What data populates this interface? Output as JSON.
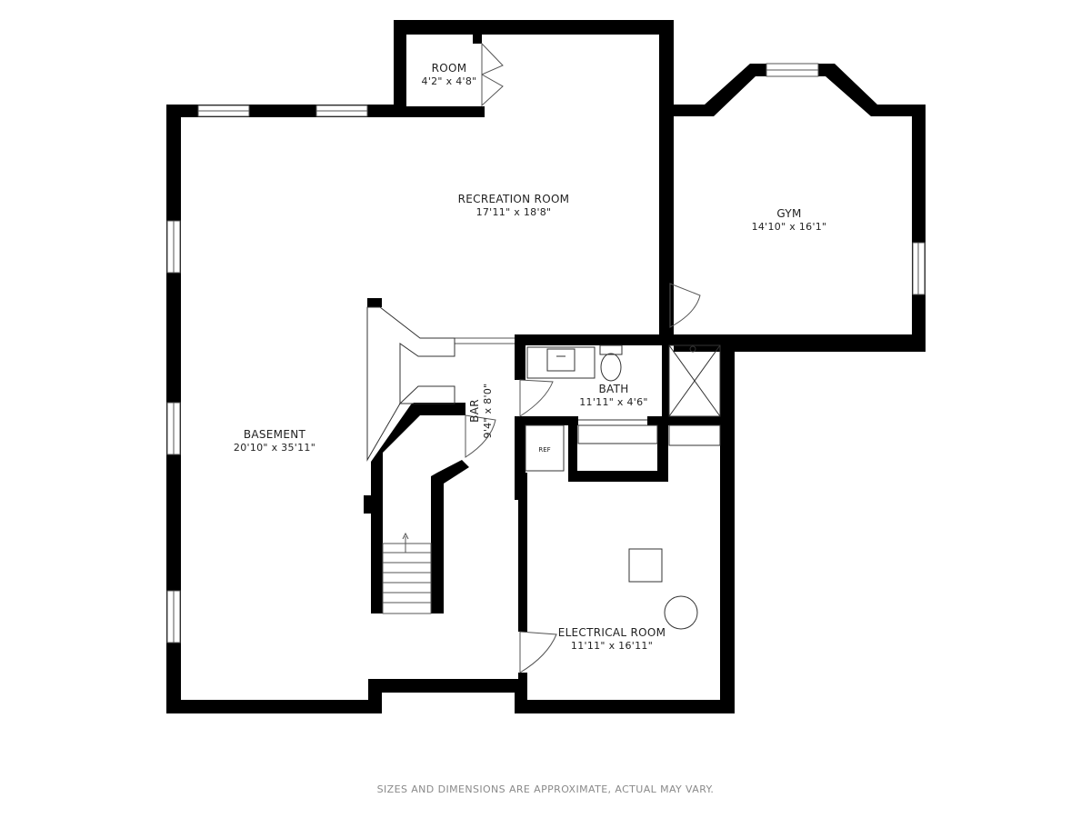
{
  "rooms": {
    "small_room": {
      "name": "ROOM",
      "size": "4'2\" x 4'8\""
    },
    "recreation": {
      "name": "RECREATION ROOM",
      "size": "17'11\" x 18'8\""
    },
    "gym": {
      "name": "GYM",
      "size": "14'10\" x 16'1\""
    },
    "basement": {
      "name": "BASEMENT",
      "size": "20'10\" x 35'11\""
    },
    "bar": {
      "name": "BAR",
      "size": "9'4\" x 8'0\""
    },
    "bath": {
      "name": "BATH",
      "size": "11'11\" x 4'6\""
    },
    "electrical": {
      "name": "ELECTRICAL ROOM",
      "size": "11'11\" x 16'11\""
    }
  },
  "fixtures": {
    "ref_label": "REF"
  },
  "footer": {
    "note": "SIZES AND DIMENSIONS ARE APPROXIMATE, ACTUAL MAY VARY."
  },
  "colors": {
    "wall": "#000000",
    "background": "#ffffff",
    "note_text": "#8a8a8a"
  }
}
